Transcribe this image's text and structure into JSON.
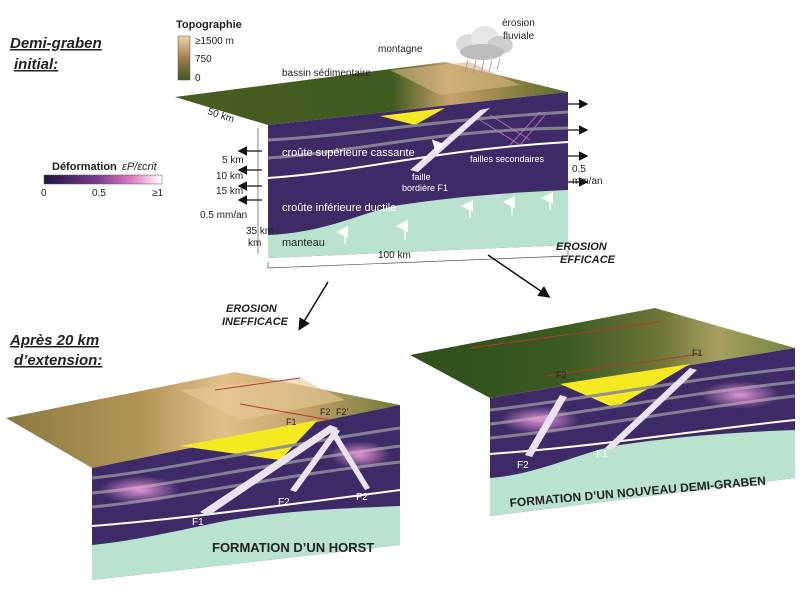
{
  "headings": {
    "initial": [
      "Demi-graben",
      "initial:"
    ],
    "after": [
      "Après 20 km",
      "d’extension:"
    ]
  },
  "topography_legend": {
    "title": "Topographie",
    "ticks": [
      "≥1500 m",
      "750",
      "0"
    ]
  },
  "deformation_legend": {
    "title": "Déformation",
    "symbol": "εP/εcrit",
    "ticks": [
      "0",
      "0.5",
      "≥1"
    ]
  },
  "top_block": {
    "surface_labels": {
      "basin": "bassin sédimentaire",
      "mountain": "montagne",
      "erosion": [
        "érosion",
        "fluviale"
      ]
    },
    "side_dimension": "50 km",
    "depths": [
      "5 km",
      "10 km",
      "15 km",
      "35 km"
    ],
    "layers": {
      "upper": "croûte supérieure cassante",
      "lower": "croûte inférieure ductile",
      "mantle": "manteau"
    },
    "faults": {
      "border": [
        "faille",
        "bordière F1"
      ],
      "secondary": "failles secondaires"
    },
    "rates": {
      "left": "0.5 mm/an",
      "right": [
        "0.5",
        "mm/an"
      ]
    },
    "width": "100 km"
  },
  "branches": {
    "left": [
      "EROSION",
      "INEFFICACE"
    ],
    "right": [
      "EROSION",
      "EFFICACE"
    ]
  },
  "left_block": {
    "fault_labels": [
      "F1",
      "F2",
      "F2’"
    ],
    "surface_marks": [
      "F1",
      "F2",
      "F2’"
    ],
    "caption": "FORMATION D’UN HORST"
  },
  "right_block": {
    "fault_labels": [
      "F2",
      "F1"
    ],
    "surface_marks": [
      "F2",
      "F1"
    ],
    "caption": "FORMATION D’UN NOUVEAU DEMI-GRABEN"
  },
  "colors": {
    "crust": "#3d2a66",
    "mantle": "#b9e3cf",
    "sediment": "#f4ea1f",
    "surface_low": "#3c5a20",
    "surface_high": "#e8c79a",
    "fault": "#e9e3f0",
    "shear": "#c97ac0"
  }
}
